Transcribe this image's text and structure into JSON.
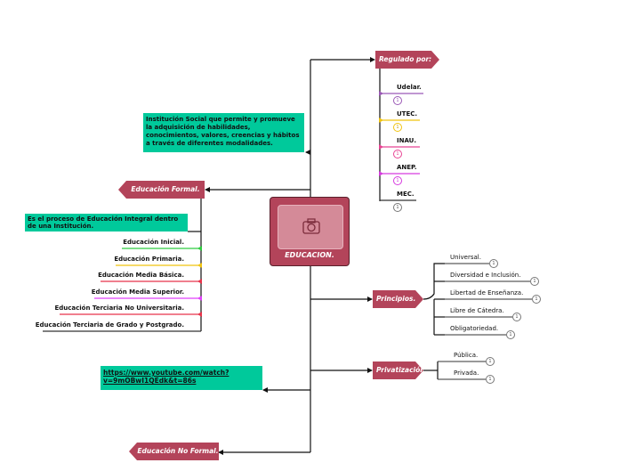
{
  "central": {
    "label": "EDUCACION.",
    "icon": "camera-icon"
  },
  "regulado": {
    "label": "Regulado por:",
    "items": [
      {
        "label": "Udelar.",
        "count": "1",
        "color": "#9b59b6"
      },
      {
        "label": "UTEC.",
        "count": "1",
        "color": "#f1c40f"
      },
      {
        "label": "INAU.",
        "count": "1",
        "color": "#e84393"
      },
      {
        "label": "ANEP.",
        "count": "1",
        "color": "#d63adf"
      },
      {
        "label": "MEC.",
        "count": "1",
        "color": "#333333"
      }
    ]
  },
  "definicion": "Institución Social que permite y promueve la adquisición de habilidades, conocimientos, valores, creencias y hábitos a través de diferentes modalidades.",
  "formal": {
    "label": "Educación Formal.",
    "note": "Es el proceso de Educación Integral dentro de una Institución.",
    "items": [
      {
        "label": "Educación Inicial.",
        "color": "#2ecc40"
      },
      {
        "label": "Educación Primaria.",
        "color": "#f1c40f"
      },
      {
        "label": "Educación Media Básica.",
        "color": "#e8334a"
      },
      {
        "label": "Educación Media Superior.",
        "color": "#e040fb"
      },
      {
        "label": "Educación Terciaria No Universitaria.",
        "color": "#e8334a"
      },
      {
        "label": "Educación Terciaria de Grado y Postgrado.",
        "color": "#333333"
      }
    ]
  },
  "principios": {
    "label": "Principios.",
    "items": [
      {
        "label": "Universal.",
        "count": "1"
      },
      {
        "label": "Diversidad e Inclusión.",
        "count": "1"
      },
      {
        "label": "Libertad de Enseñanza.",
        "count": "1"
      },
      {
        "label": "Libre de Cátedra.",
        "count": "1"
      },
      {
        "label": "Obligatoriedad.",
        "count": "1"
      }
    ]
  },
  "privatizacion": {
    "label": "Privatización.",
    "items": [
      {
        "label": "Pública.",
        "count": "1"
      },
      {
        "label": "Privada.",
        "count": "1"
      }
    ]
  },
  "link": {
    "text": "https://www.youtube.com/watch?v=9mOBwI1QEdk&t=86s"
  },
  "no_formal": {
    "label": "Educación No Formal."
  }
}
